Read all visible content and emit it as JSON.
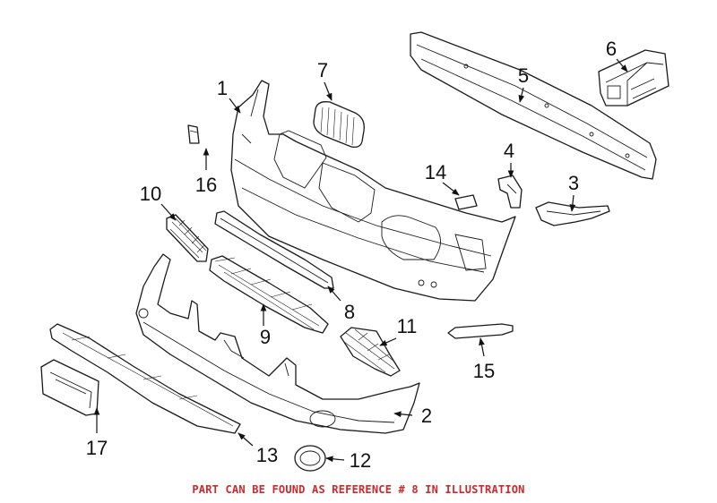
{
  "callouts": [
    {
      "id": "1",
      "label": "1"
    },
    {
      "id": "2",
      "label": "2"
    },
    {
      "id": "3",
      "label": "3"
    },
    {
      "id": "4",
      "label": "4"
    },
    {
      "id": "5",
      "label": "5"
    },
    {
      "id": "6",
      "label": "6"
    },
    {
      "id": "7",
      "label": "7"
    },
    {
      "id": "8",
      "label": "8"
    },
    {
      "id": "9",
      "label": "9"
    },
    {
      "id": "10",
      "label": "10"
    },
    {
      "id": "11",
      "label": "11"
    },
    {
      "id": "12",
      "label": "12"
    },
    {
      "id": "13",
      "label": "13"
    },
    {
      "id": "14",
      "label": "14"
    },
    {
      "id": "15",
      "label": "15"
    },
    {
      "id": "16",
      "label": "16"
    },
    {
      "id": "17",
      "label": "17"
    }
  ],
  "caption": {
    "text": "PART CAN BE FOUND AS REFERENCE # 8 IN ILLUSTRATION",
    "color": "#d0272a"
  },
  "colors": {
    "line": "#1a1a1a",
    "background": "#ffffff"
  }
}
